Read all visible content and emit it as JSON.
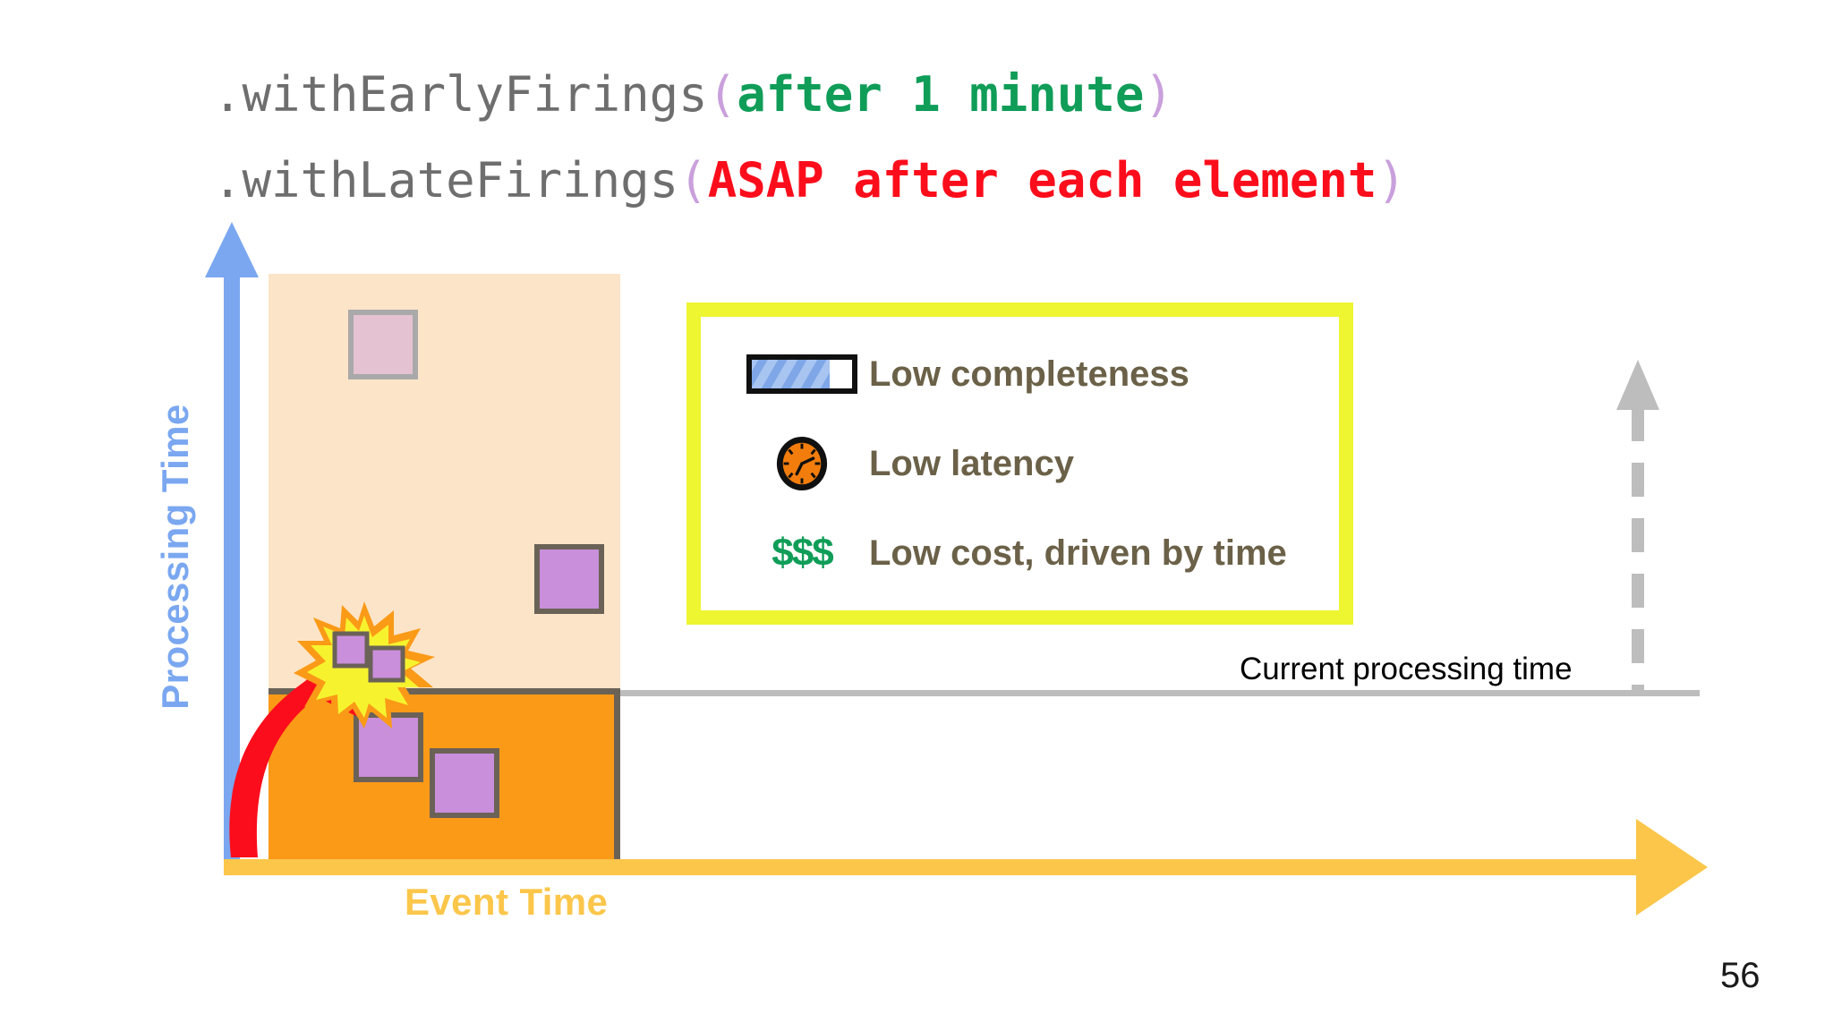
{
  "slide": {
    "page_number": "56",
    "code_lines": [
      {
        "prefix": ".withEarlyFirings",
        "open_paren": "(",
        "argument": "after 1 minute",
        "argument_color": "#0f9d58",
        "close_paren": ")"
      },
      {
        "prefix": ".withLateFirings",
        "open_paren": "(",
        "argument": "ASAP after each element",
        "argument_color": "#fc0d1b",
        "close_paren": ")"
      }
    ]
  },
  "chart_data": {
    "type": "scatter",
    "title": "",
    "xlabel": "Event Time",
    "ylabel": "Processing Time",
    "grid": false,
    "legend_position": "inside-top-right",
    "annotations": [
      {
        "name": "current-processing-time",
        "label": "Current processing time"
      },
      {
        "name": "trigger-burst",
        "label": ""
      },
      {
        "name": "late-firing-arrow",
        "label": ""
      }
    ],
    "regions": [
      {
        "name": "early-firing-region",
        "color": "#fce4c8",
        "x": [
          0,
          1
        ],
        "y": [
          1,
          2.4
        ]
      },
      {
        "name": "late-firing-region",
        "color": "#fa9a17",
        "border_color": "#6b6257",
        "x": [
          0,
          1
        ],
        "y": [
          0,
          1
        ]
      }
    ],
    "elements": [
      {
        "name": "element-pink-top",
        "color": "#e4c2d2",
        "x": 0.24,
        "y": 2.14,
        "size": "large"
      },
      {
        "name": "element-purple-mid",
        "color": "#c98fdb",
        "x": 0.62,
        "y": 1.45,
        "size": "large"
      },
      {
        "name": "element-burst-small-1",
        "color": "#c98fdb",
        "x": 0.3,
        "y": 1.06,
        "size": "small"
      },
      {
        "name": "element-burst-small-2",
        "color": "#c98fdb",
        "x": 0.37,
        "y": 1.0,
        "size": "small"
      },
      {
        "name": "element-purple-low-1",
        "color": "#c98fdb",
        "x": 0.31,
        "y": 0.78,
        "size": "large"
      },
      {
        "name": "element-purple-low-2",
        "color": "#c98fdb",
        "x": 0.47,
        "y": 0.68,
        "size": "large"
      }
    ]
  },
  "legend": {
    "border_color": "#eef531",
    "text_color": "#6b6148",
    "items": [
      {
        "icon": "progress-bar-icon",
        "label": "Low completeness",
        "fill_percent": 78,
        "fill_color": "#7fa7e8"
      },
      {
        "icon": "clock-icon",
        "label": "Low latency",
        "face_color": "#f27d0c",
        "rim_color": "#101010"
      },
      {
        "icon": "dollar-icon",
        "label": "Low cost, driven by time",
        "glyph": "$$$",
        "color": "#0f9d58"
      }
    ]
  },
  "axes": {
    "y": {
      "label": "Processing Time",
      "color": "#7aa7f0"
    },
    "x": {
      "label": "Event Time",
      "color": "#fbc64a"
    }
  }
}
